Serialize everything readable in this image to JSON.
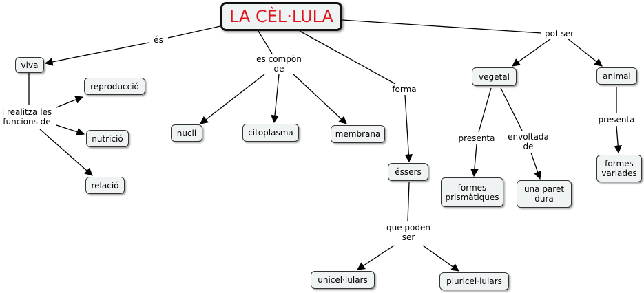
{
  "nodes": {
    "root": "LA CÈL·LULA",
    "viva": "viva",
    "reproduccio": "reproducció",
    "nutricio": "nutrició",
    "relacio": "relació",
    "nucli": "nucli",
    "citoplasma": "citoplasma",
    "membrana": "membrana",
    "essers": "éssers",
    "unicel": "unicel·lulars",
    "pluricel": "pluricel·lulars",
    "vegetal": "vegetal",
    "animal": "animal",
    "prismatiques": "formes\nprismàtiques",
    "paret": "una paret\ndura",
    "variades": "formes\nvariades"
  },
  "links": {
    "es": "és",
    "realitza": "i realitza les\nfuncions de",
    "compon": "es compòn\nde",
    "forma": "forma",
    "poden": "que poden\nser",
    "potser": "pot ser",
    "presenta_veg": "presenta",
    "envoltada": "envoltada\nde",
    "presenta_ani": "presenta"
  },
  "colors": {
    "title": "#e0121a",
    "node_fill": "#f0f3f3",
    "node_border": "#333333"
  }
}
